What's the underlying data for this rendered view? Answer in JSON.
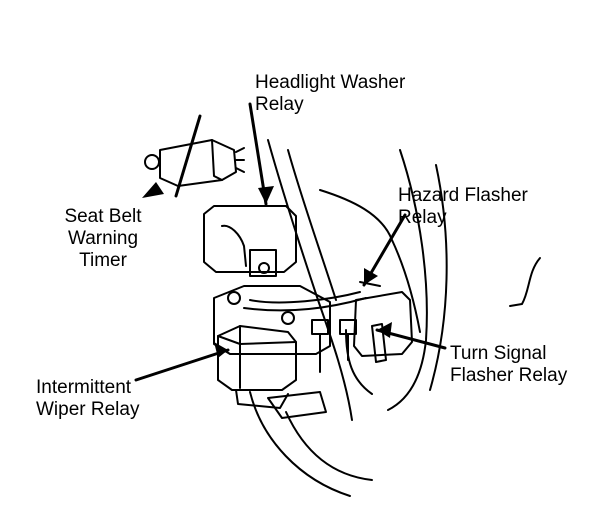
{
  "labels": {
    "headlight_washer_relay": [
      "Headlight Washer",
      "Relay"
    ],
    "seat_belt_warning_timer": [
      "Seat Belt",
      "Warning",
      "Timer"
    ],
    "hazard_flasher_relay": [
      "Hazard Flasher",
      "Relay"
    ],
    "turn_signal_flasher_relay": [
      "Turn Signal",
      "Flasher Relay"
    ],
    "intermittent_wiper_relay": [
      "Intermittent",
      "Wiper Relay"
    ]
  },
  "colors": {
    "ink": "#000000",
    "background": "#ffffff"
  }
}
